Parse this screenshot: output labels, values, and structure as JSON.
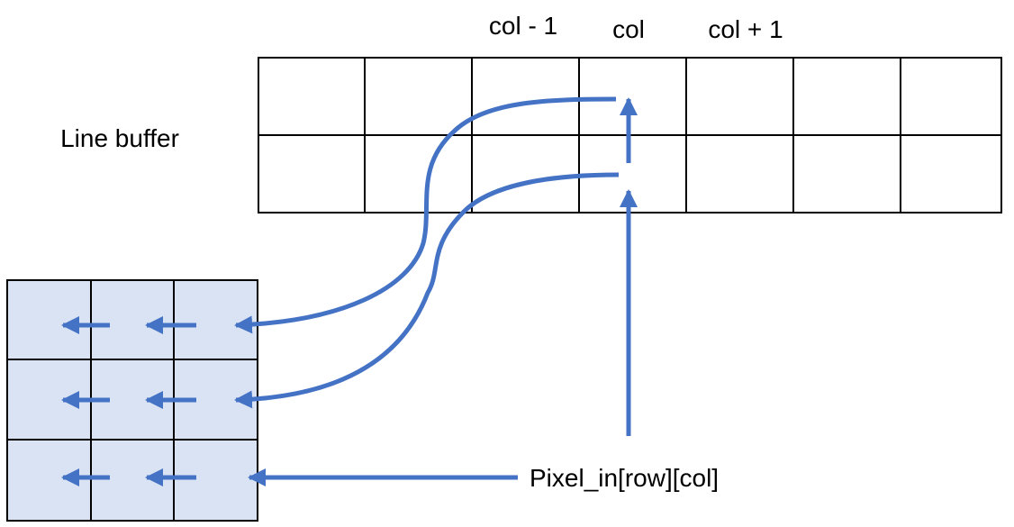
{
  "line_buffer": {
    "label": "Line buffer",
    "rows": 2,
    "cols": 7,
    "column_headers": {
      "left": "col - 1",
      "center": "col",
      "right": "col + 1"
    }
  },
  "window": {
    "rows": 3,
    "cols": 3,
    "fill_color": "#dae3f3"
  },
  "input": {
    "label": "Pixel_in[row][col]"
  },
  "colors": {
    "arrow": "#4472c4",
    "grid_line": "#000000"
  }
}
